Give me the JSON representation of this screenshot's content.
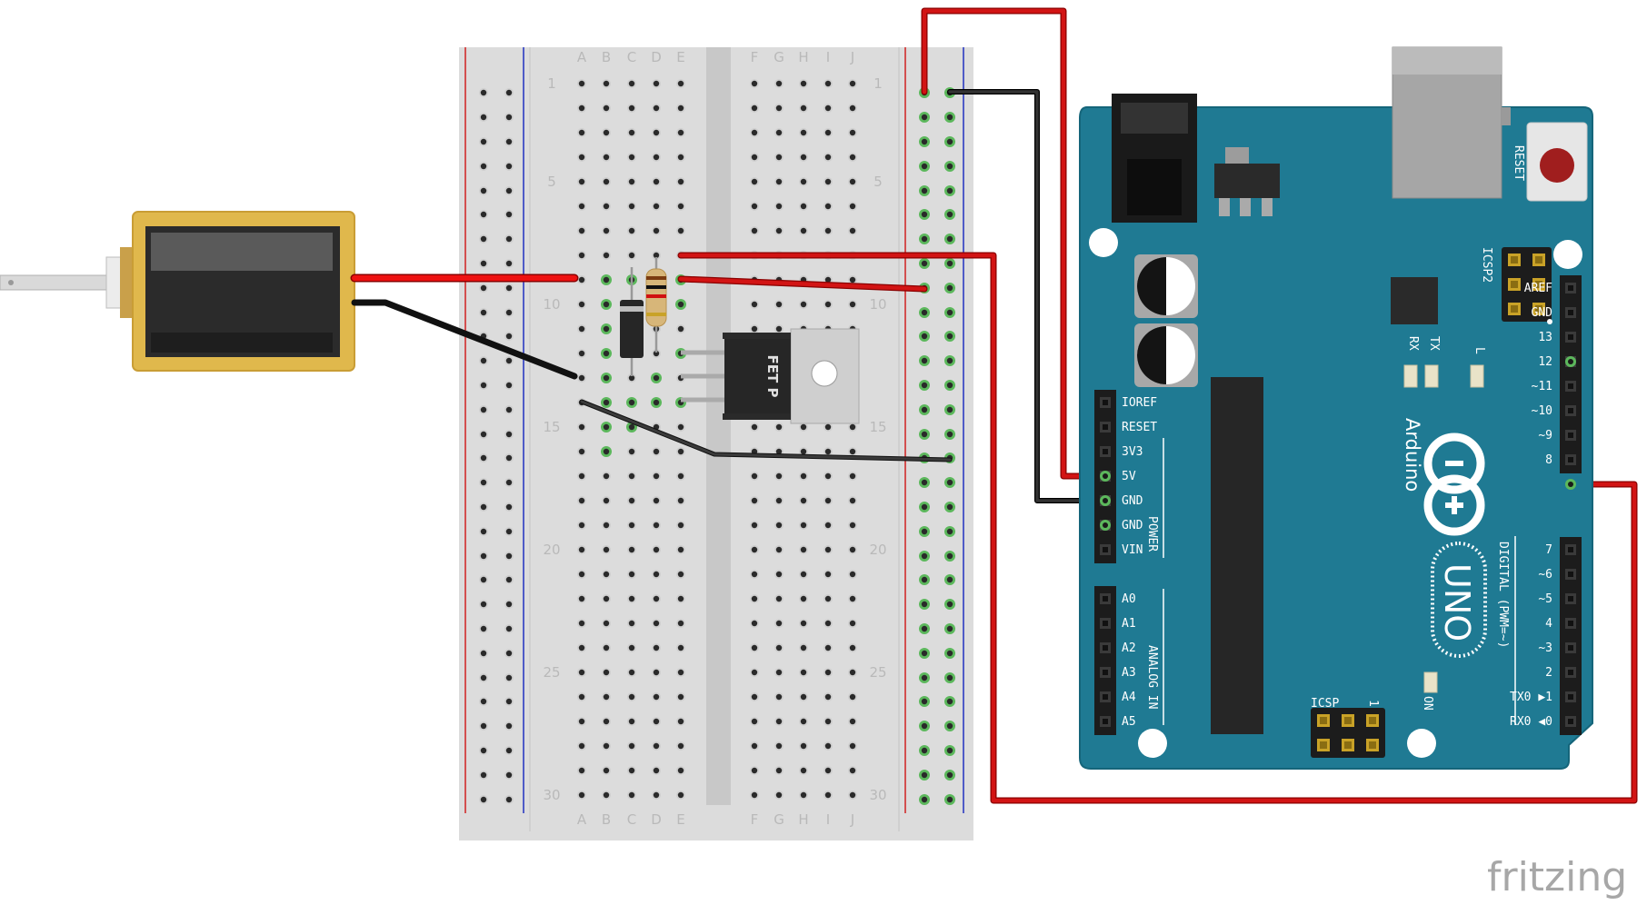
{
  "breadboard": {
    "columns_left": [
      "A",
      "B",
      "C",
      "D",
      "E"
    ],
    "columns_right": [
      "F",
      "G",
      "H",
      "I",
      "J"
    ],
    "row_numbers": [
      "1",
      "5",
      "10",
      "15",
      "20",
      "25",
      "30"
    ]
  },
  "transistor": {
    "label": "FET P"
  },
  "arduino": {
    "brand": "Arduino",
    "model": "UNO",
    "reset_label": "RESET",
    "icsp2_label": "ICSP2",
    "icsp_label": "ICSP",
    "icsp_pin_mark": "1",
    "on_label": "ON",
    "led_labels": [
      "TX",
      "RX",
      "L"
    ],
    "power_group_label": "POWER",
    "analog_group_label": "ANALOG IN",
    "digital_group_label": "DIGITAL (PWM=~)",
    "power_pins": [
      "IOREF",
      "RESET",
      "3V3",
      "5V",
      "GND",
      "GND",
      "VIN"
    ],
    "analog_pins": [
      "A0",
      "A1",
      "A2",
      "A3",
      "A4",
      "A5"
    ],
    "digital_top": [
      "AREF",
      "GND",
      "13",
      "12",
      "~11",
      "~10",
      "~9",
      "8"
    ],
    "digital_bottom": [
      "7",
      "~6",
      "~5",
      "4",
      "~3",
      "2",
      "TX0 ▶1",
      "RX0 ◀0"
    ]
  },
  "footer": {
    "logo": "fritzing"
  },
  "colors": {
    "wire_red": "#cc1111",
    "wire_black": "#222222",
    "board_teal": "#1f7a93",
    "breadboard": "#dcdcdc",
    "solenoid_brass": "#e0b84c"
  }
}
